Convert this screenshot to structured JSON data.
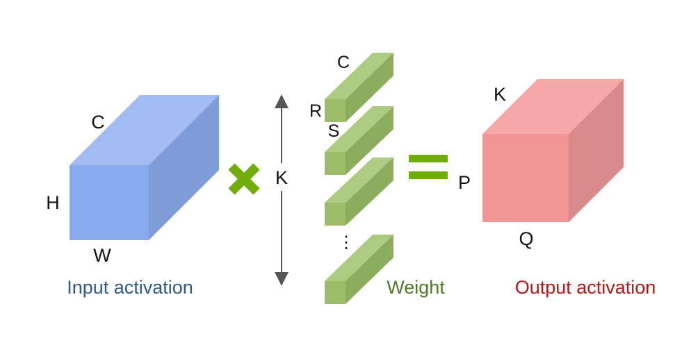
{
  "input": {
    "label_c": "C",
    "label_h": "H",
    "label_w": "W",
    "caption": "Input activation",
    "colors": {
      "front": "#8AAAF0",
      "top": "#A2BBF2",
      "side": "#7E9CD8"
    }
  },
  "operator_multiply": {
    "icon": "multiply-icon",
    "color": "#70AD0A"
  },
  "weight": {
    "label_k": "K",
    "label_c": "C",
    "label_r": "R",
    "label_s": "S",
    "ellipsis": "⋮",
    "caption": "Weight",
    "colors": {
      "front": "#9DBD6A",
      "top": "#AECB82",
      "side": "#8DAD5E"
    }
  },
  "operator_equals": {
    "icon": "equals-icon",
    "color": "#70AD0A"
  },
  "output": {
    "label_k": "K",
    "label_p": "P",
    "label_q": "Q",
    "caption": "Output activation",
    "colors": {
      "front": "#F29596",
      "top": "#F4A8A8",
      "side": "#D98A8A"
    }
  },
  "caption_colors": {
    "input": "#2E5A88",
    "weight": "#4F7A28",
    "output": "#B21818"
  }
}
